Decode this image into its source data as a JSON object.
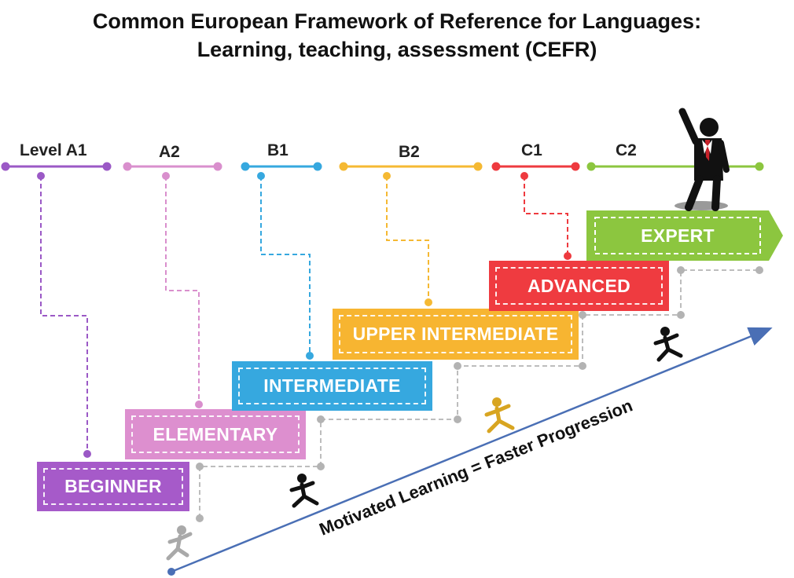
{
  "title": {
    "line1": "Common European Framework of Reference for Languages:",
    "line2": "Learning, teaching, assessment (CEFR)"
  },
  "levels": [
    {
      "code": "Level A1",
      "color": "#9b59c6"
    },
    {
      "code": "A2",
      "color": "#d98fcd"
    },
    {
      "code": "B1",
      "color": "#36a8df"
    },
    {
      "code": "B2",
      "color": "#f5b933"
    },
    {
      "code": "C1",
      "color": "#ee3a3f"
    },
    {
      "code": "C2",
      "color": "#8cc63f"
    }
  ],
  "steps": [
    {
      "label": "BEGINNER",
      "color": "#a65ac9"
    },
    {
      "label": "ELEMENTARY",
      "color": "#dd8fcf"
    },
    {
      "label": "INTERMEDIATE",
      "color": "#36a8df"
    },
    {
      "label": "UPPER INTERMEDIATE",
      "color": "#f7b531"
    },
    {
      "label": "ADVANCED",
      "color": "#ef3b40"
    },
    {
      "label": "EXPERT",
      "color": "#8cc63f"
    }
  ],
  "progression": {
    "label": "Motivated Learning = Faster Progression",
    "arrow_color": "#4a6fb5"
  },
  "icons": [
    "running-person-icon",
    "businessman-celebrating-icon"
  ]
}
